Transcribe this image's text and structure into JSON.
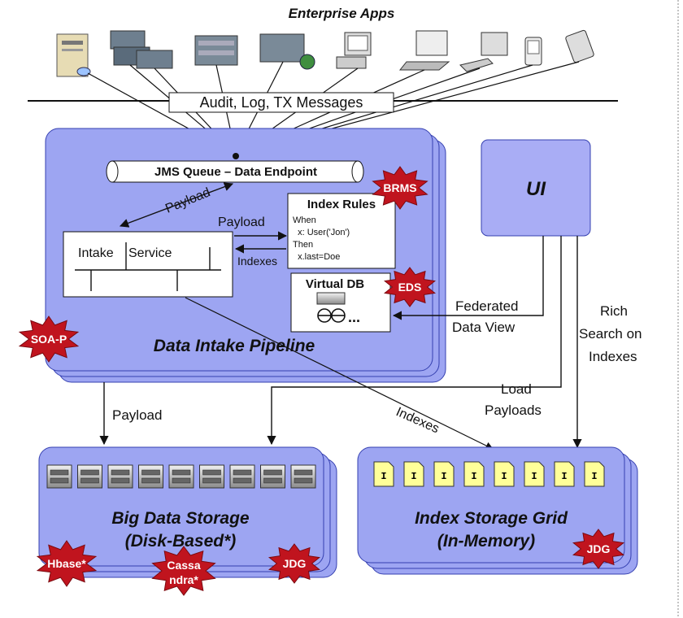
{
  "header": {
    "title": "Enterprise Apps",
    "bus_label": "Audit, Log, TX Messages"
  },
  "pipeline": {
    "title": "Data Intake Pipeline",
    "queue_label": "JMS Queue – Data Endpoint",
    "service": {
      "word1": "Intake",
      "word2": "Service"
    },
    "rules": {
      "title": "Index Rules",
      "lines": [
        "When",
        "  x: User('Jon')",
        "Then",
        "  x.last=Doe"
      ]
    },
    "vdb": {
      "title": "Virtual DB",
      "ellipsis": "..."
    },
    "flow_labels": {
      "payload_diag": "Payload",
      "payload_right": "Payload",
      "indexes_back": "Indexes"
    }
  },
  "badges": {
    "brms": "BRMS",
    "eds": "EDS",
    "soap": "SOA-P",
    "hbase": "Hbase*",
    "cassandra_1": "Cassa",
    "cassandra_2": "ndra*",
    "jdg_left": "JDG",
    "jdg_right": "JDG"
  },
  "ui_box": {
    "label": "UI"
  },
  "links": {
    "federated_1": "Federated",
    "federated_2": "Data View",
    "rich_1": "Rich",
    "rich_2": "Search on",
    "rich_3": "Indexes",
    "load_1": "Load",
    "load_2": "Payloads",
    "payload_down": "Payload",
    "indexes_diag": "Indexes"
  },
  "storage_left": {
    "title_1": "Big Data Storage",
    "title_2": "(Disk-Based*)",
    "disk_count": 9
  },
  "storage_right": {
    "title_1": "Index Storage Grid",
    "title_2": "(In-Memory)",
    "index_count": 8,
    "index_glyph": "I"
  },
  "colors": {
    "panel_fill": "#9da5f2",
    "panel_border": "#3540b0",
    "badge_red": "#c0141e",
    "ui_fill": "#a9adf5",
    "file_yellow": "#ffff99"
  }
}
